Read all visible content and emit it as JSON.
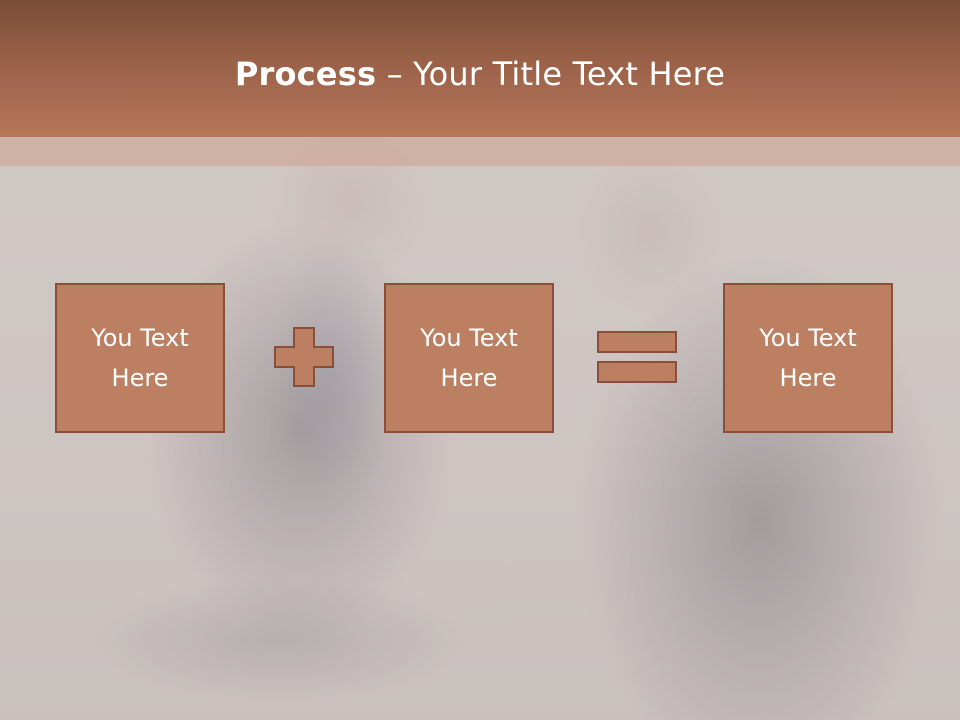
{
  "slide": {
    "title_bold": "Process",
    "title_rest": " – Your Title Text Here"
  },
  "boxes": [
    {
      "line1": "You Text",
      "line2": "Here"
    },
    {
      "line1": "You Text",
      "line2": "Here"
    },
    {
      "line1": "You Text",
      "line2": "Here"
    }
  ],
  "operators": {
    "first": "plus-icon",
    "second": "equals-icon"
  },
  "colors": {
    "title_band": "#9a6148",
    "box_fill": "#bd7f61",
    "box_border": "#8a4f3a",
    "text": "#ffffff"
  }
}
